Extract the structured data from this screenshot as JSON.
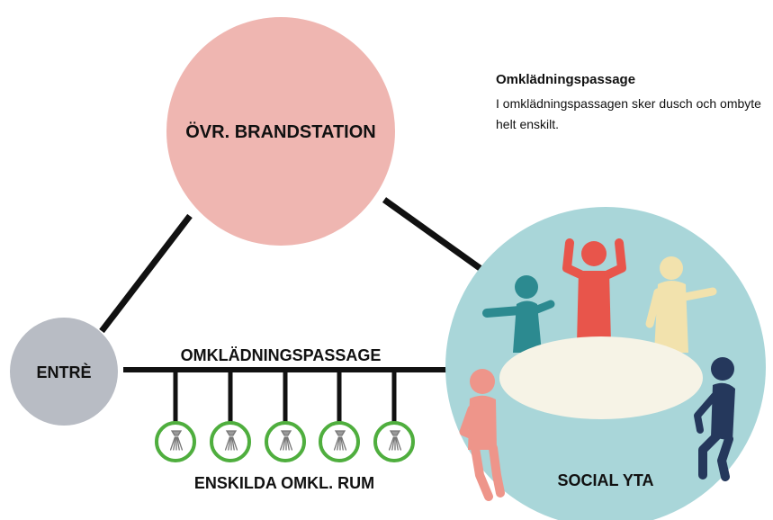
{
  "nodes": {
    "brandstation": "ÖVR. BRANDSTATION",
    "entre": "ENTRÈ",
    "social": "SOCIAL YTA"
  },
  "passage_label": "OMKLÄDNINGSPASSAGE",
  "rooms_label": "ENSKILDA OMKL. RUM",
  "description": {
    "title": "Omklädningspassage",
    "text": "I omklädningspassagen sker dusch och ombyte helt enskilt."
  },
  "colors": {
    "brandstation": "#efb6b1",
    "entre": "#b8bcc4",
    "social": "#a9d6d9",
    "table": "#f6f3e6",
    "room_ring": "#4fae3e",
    "person_teal": "#2c8a90",
    "person_red": "#e8554b",
    "person_cream": "#f2e2ad",
    "person_pink": "#ee958a",
    "person_navy": "#25385c"
  },
  "icons": [
    "shower-icon",
    "person-icon"
  ]
}
